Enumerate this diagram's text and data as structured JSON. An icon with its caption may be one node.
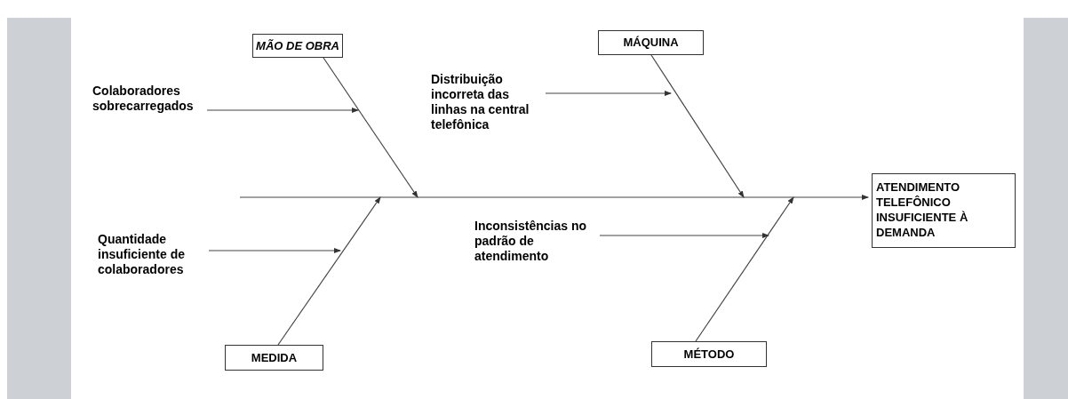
{
  "diagram": {
    "nodes": [
      {
        "text": [
          "MÃO DE OBRA"
        ]
      },
      {
        "text": [
          "MÁQUINA"
        ]
      },
      {
        "text": [
          "Colaboradores sobrecarregados"
        ]
      },
      {
        "text": [
          "Distribuição incorreta das linhas na central telefônica"
        ]
      },
      {
        "text": [
          "ATENDIMENTO TELEFÔNICO INSUFICIENTE À DEMANDA"
        ]
      },
      {
        "text": [
          "Quantidade insuficiente de colaboradores"
        ]
      },
      {
        "text": [
          "Inconsistências no padrão de atendimento"
        ]
      },
      {
        "text": [
          "MEDIDA"
        ]
      },
      {
        "text": [
          "MÉTODO"
        ]
      }
    ],
    "edges": [
      {
        "from": null,
        "to": 4,
        "arrow": "to"
      },
      {
        "from": 0,
        "to": null,
        "arrow": "to"
      },
      {
        "from": 1,
        "to": null,
        "arrow": "to"
      },
      {
        "from": 7,
        "to": null,
        "arrow": "to"
      },
      {
        "from": 8,
        "to": null,
        "arrow": "to"
      },
      {
        "from": 2,
        "to": null,
        "arrow": "to"
      },
      {
        "from": 3,
        "to": null,
        "arrow": "to"
      },
      {
        "from": 5,
        "to": null,
        "arrow": "to"
      },
      {
        "from": 6,
        "to": null,
        "arrow": "to"
      }
    ]
  }
}
